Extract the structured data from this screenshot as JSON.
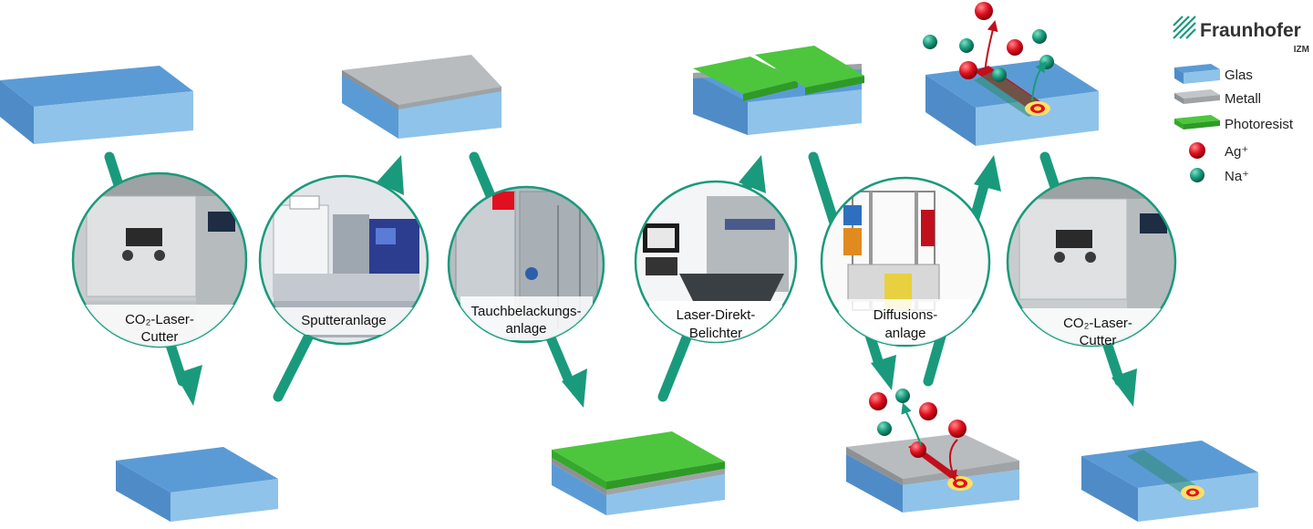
{
  "brand": {
    "name": "Fraunhofer",
    "unit": "IZM"
  },
  "legend": [
    {
      "key": "glas",
      "label": "Glas",
      "color": "#5b9bd5",
      "icon": "glass-slab-icon"
    },
    {
      "key": "metall",
      "label": "Metall",
      "color": "#b9bcbe",
      "icon": "metal-layer-icon"
    },
    {
      "key": "photoresist",
      "label": "Photoresist",
      "color": "#4dc63e",
      "icon": "photoresist-layer-icon"
    },
    {
      "key": "ag",
      "label": "Ag⁺",
      "color": "#e01020",
      "icon": "silver-ion-icon"
    },
    {
      "key": "na",
      "label": "Na⁺",
      "color": "#1a9a7c",
      "icon": "sodium-ion-icon"
    }
  ],
  "machines": [
    {
      "id": "m1",
      "line1": "CO₂-Laser-",
      "line2": "Cutter",
      "photo": "laser-cutter"
    },
    {
      "id": "m2",
      "line1": "Sputteranlage",
      "line2": "",
      "photo": "sputter-system"
    },
    {
      "id": "m3",
      "line1": "Tauchbelackungs-",
      "line2": "anlage",
      "photo": "dip-coater"
    },
    {
      "id": "m4",
      "line1": "Laser-Direkt-",
      "line2": "Belichter",
      "photo": "direct-imager"
    },
    {
      "id": "m5",
      "line1": "Diffusions-",
      "line2": "anlage",
      "photo": "diffusion-system"
    },
    {
      "id": "m6",
      "line1": "CO₂-Laser-",
      "line2": "Cutter",
      "photo": "laser-cutter"
    }
  ],
  "colors": {
    "arrow": "#1a9a7c",
    "glassTop": "#5b9bd5",
    "glassFront": "#8fc3ea",
    "glassSide": "#4f8cc7",
    "metalTop": "#b9bcbe",
    "resist": "#4dc63e",
    "ag": "#e01020",
    "na": "#1a9a7c"
  }
}
